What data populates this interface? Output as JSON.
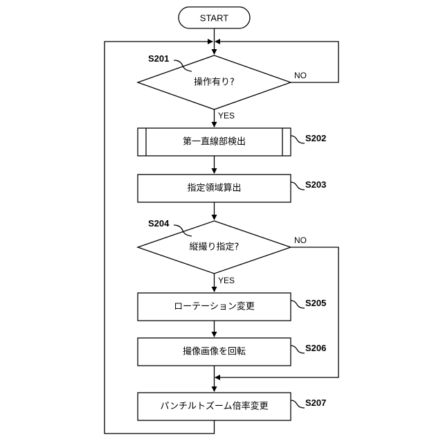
{
  "start": {
    "label": "START"
  },
  "steps": {
    "s201": {
      "id": "S201",
      "text": "操作有り?",
      "no": "NO",
      "yes": "YES"
    },
    "s202": {
      "id": "S202",
      "text": "第一直線部検出"
    },
    "s203": {
      "id": "S203",
      "text": "指定領域算出"
    },
    "s204": {
      "id": "S204",
      "text": "縦撮り指定?",
      "no": "NO",
      "yes": "YES"
    },
    "s205": {
      "id": "S205",
      "text": "ローテーション変更"
    },
    "s206": {
      "id": "S206",
      "text": "撮像画像を回転"
    },
    "s207": {
      "id": "S207",
      "text": "パンチルトズーム倍率変更"
    }
  }
}
